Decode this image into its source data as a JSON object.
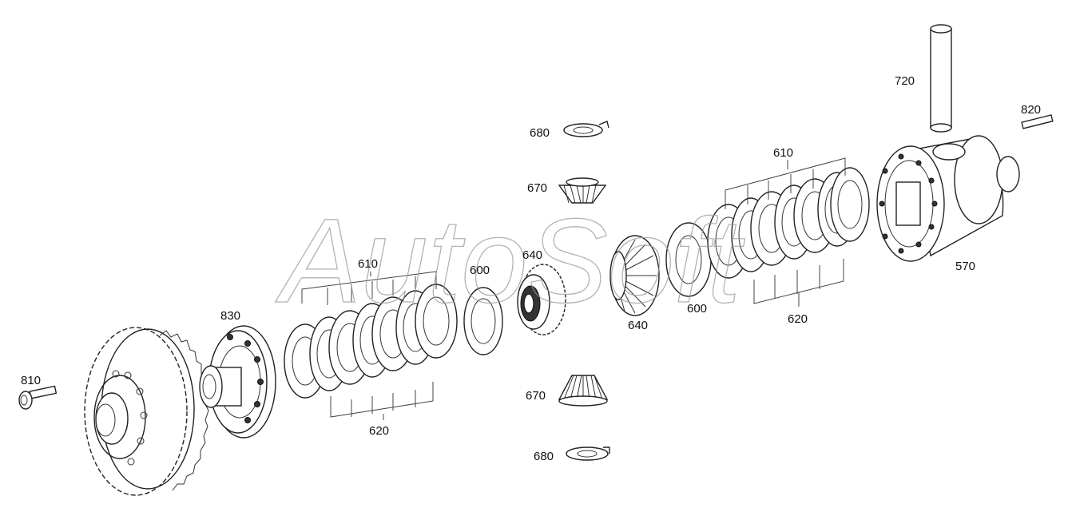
{
  "watermark": "AutoSoft",
  "labels": {
    "l720": "720",
    "l820": "820",
    "l680_top": "680",
    "l670_top": "670",
    "l610_left": "610",
    "l610_right": "610",
    "l640_top": "640",
    "l600_left": "600",
    "l570": "570",
    "l830": "830",
    "l640_bottom": "640",
    "l600_right": "600",
    "l620_right": "620",
    "l810": "810",
    "l620_left": "620",
    "l670_bottom": "670",
    "l680_bottom": "680"
  }
}
